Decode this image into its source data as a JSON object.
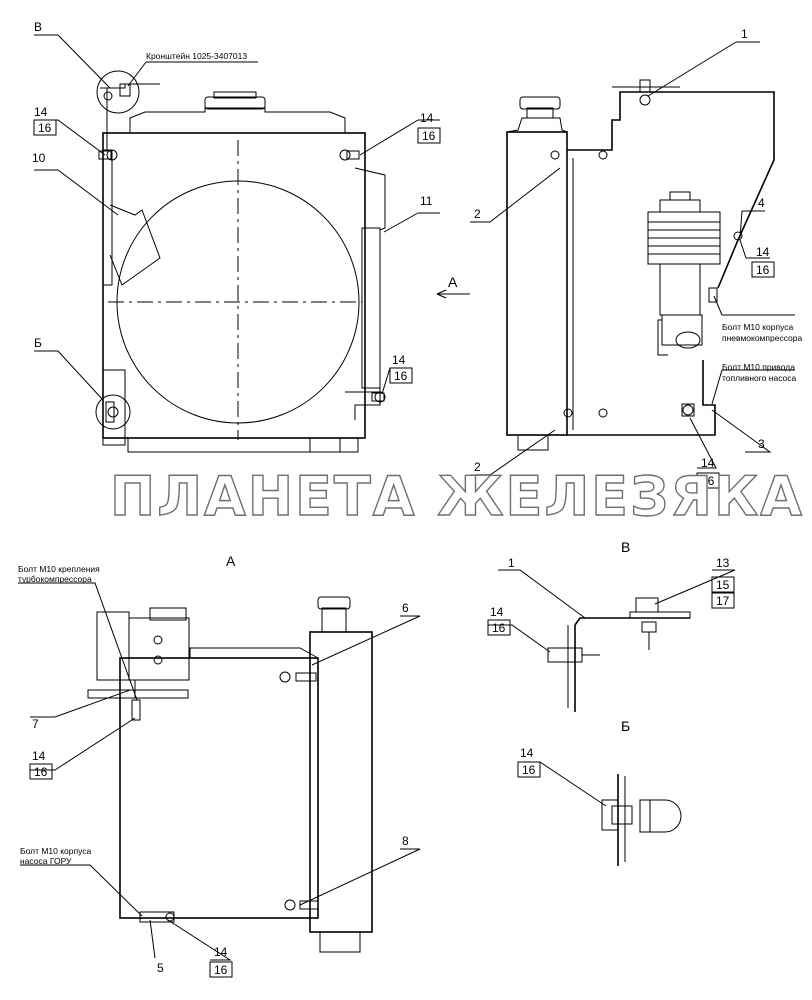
{
  "watermark": "ПЛАНЕТА ЖЕЛЕЗЯКА",
  "view_labels": {
    "A_arrow": "А",
    "A_view": "А",
    "V_view": "В",
    "B_view": "Б",
    "V_callout": "В",
    "B_callout": "Б"
  },
  "notes": {
    "bracket": "Кронштейн 1025-3407013",
    "compressor_line1": "Болт М10 корпуса",
    "compressor_line2": "пневмокомпрессора",
    "fuelpump_line1": "Болт М10 привода",
    "fuelpump_line2": "топливного насоса",
    "turbo_line1": "Болт М10 крепления",
    "turbo_line2": "турбокомпрессора",
    "gory_line1": "Болт М10 корпуса",
    "gory_line2": "насоса ГОРУ"
  },
  "callouts": {
    "c1": "1",
    "c2a": "2",
    "c2b": "2",
    "c3": "3",
    "c4": "4",
    "c5": "5",
    "c6": "6",
    "c7": "7",
    "c8": "8",
    "c10": "10",
    "c11": "11",
    "v1": "1",
    "v13": "13",
    "v15": "15",
    "v17": "17",
    "p14": "14",
    "p16": "16"
  }
}
